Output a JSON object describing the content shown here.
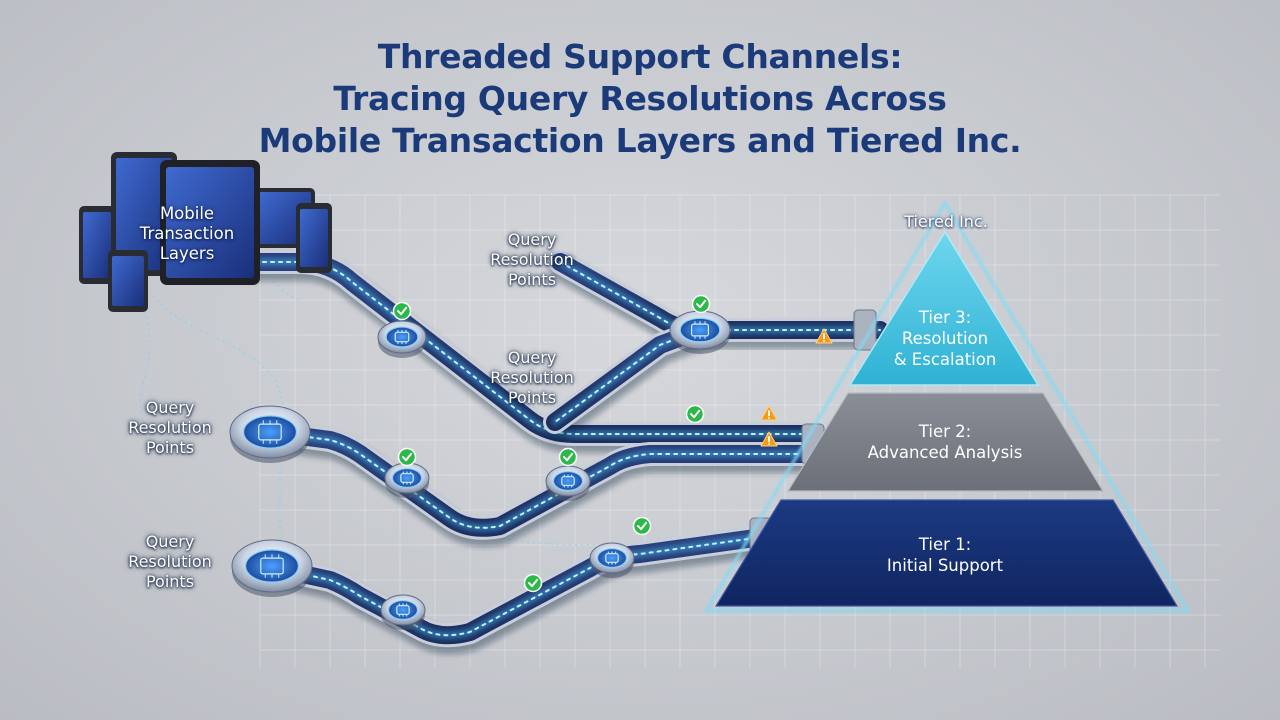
{
  "title": {
    "line1": "Threaded Support Channels:",
    "line2": "Tracing Query Resolutions Across",
    "line3": "Mobile Transaction Layers and Tiered Inc."
  },
  "devices": {
    "label": "Mobile Transaction Layers"
  },
  "query_points": [
    {
      "id": "top",
      "label": "Query Resolution Points"
    },
    {
      "id": "middle",
      "label": "Query Resolution Points"
    },
    {
      "id": "left-upper",
      "label": "Query Resolution Points"
    },
    {
      "id": "left-lower",
      "label": "Query Resolution Points"
    }
  ],
  "pyramid": {
    "label": "Tiered Inc.",
    "tiers": [
      {
        "level": 3,
        "line1": "Tier 3:",
        "line2": "Resolution",
        "line3": "& Escalation",
        "color": "#3fc0dd"
      },
      {
        "level": 2,
        "line1": "Tier 2:",
        "line2": "Advanced Analysis",
        "color": "#7a7e86"
      },
      {
        "level": 1,
        "line1": "Tier 1:",
        "line2": "Initial Support",
        "color": "#14306f"
      }
    ]
  },
  "status_colors": {
    "check": "#2db84a",
    "warning": "#f29a1c",
    "pipe_glow": "#47c6ff"
  },
  "icons": [
    "check-icon",
    "warning-icon",
    "chip-icon",
    "phone-icon",
    "tablet-icon"
  ]
}
